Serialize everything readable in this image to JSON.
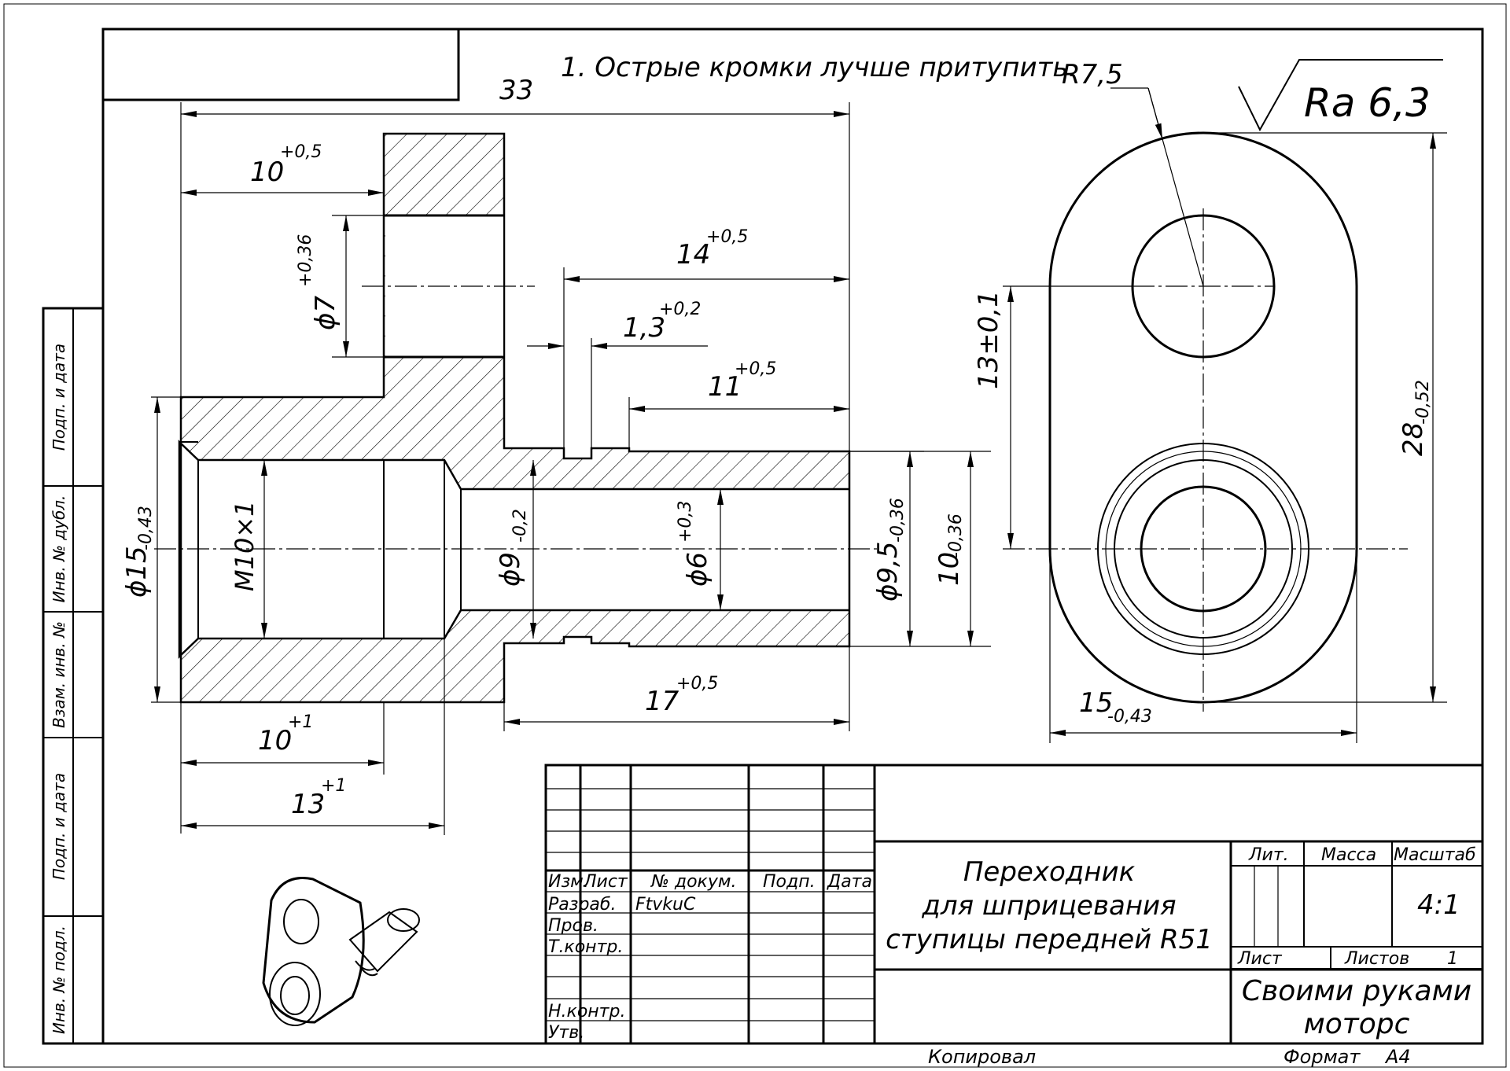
{
  "note": "1. Острые кромки лучше притупить.",
  "roughness": "Ra 6,3",
  "radius": "R7,5",
  "dims": {
    "len33": "33",
    "d10_05": "10",
    "tol_10_05": "+0,5",
    "phi7": "ϕ7",
    "tol_phi7": "+0,36",
    "d14": "14",
    "tol_14": "+0,5",
    "d13_groove": "1,3",
    "tol_13": "+0,2",
    "d11": "11",
    "tol_11": "+0,5",
    "phi15": "ϕ15",
    "tol_phi15": "-0,43",
    "m10": "M10×1",
    "phi9": "ϕ9",
    "tol_phi9": "-0,2",
    "phi6": "ϕ6",
    "tol_phi6": "+0,3",
    "phi95": "ϕ9,5",
    "tol_phi95": "-0,36",
    "d10_036": "10",
    "tol_10_036": "-0,36",
    "d17": "17",
    "tol_17": "+0,5",
    "d10_1": "10",
    "tol_10_1": "+1",
    "d13_1": "13",
    "tol_13_1": "+1",
    "d13_01": "13±0,1",
    "d28": "28",
    "tol_28": "-0,52",
    "d15_side": "15",
    "tol_15_side": "-0,43"
  },
  "side_stamp": [
    "Инв. № подл.",
    "Подп. и дата",
    "Взам. инв. №",
    "Инв. № дубл.",
    "Подп. и дата"
  ],
  "title_block": {
    "col_izm": "Изм.",
    "col_list": "Лист",
    "col_docnum": "№ докум.",
    "col_podp": "Подп.",
    "col_data": "Дата",
    "razrab": "Разраб.",
    "razrab_name": "FtvkuC",
    "prov": "Пров.",
    "tkontr": "Т.контр.",
    "nkontr": "Н.контр.",
    "utv": "Утв.",
    "title_line1": "Переходник",
    "title_line2": "для шприцевания",
    "title_line3": "ступицы передней R51",
    "lit": "Лит.",
    "massa": "Масса",
    "masshtab": "Масштаб",
    "scale": "4:1",
    "list_label": "Лист",
    "listov_label": "Листов",
    "listov_value": "1",
    "org_line1": "Своими руками",
    "org_line2": "моторс",
    "kopiroval": "Копировал",
    "format_label": "Формат",
    "format_value": "А4"
  }
}
